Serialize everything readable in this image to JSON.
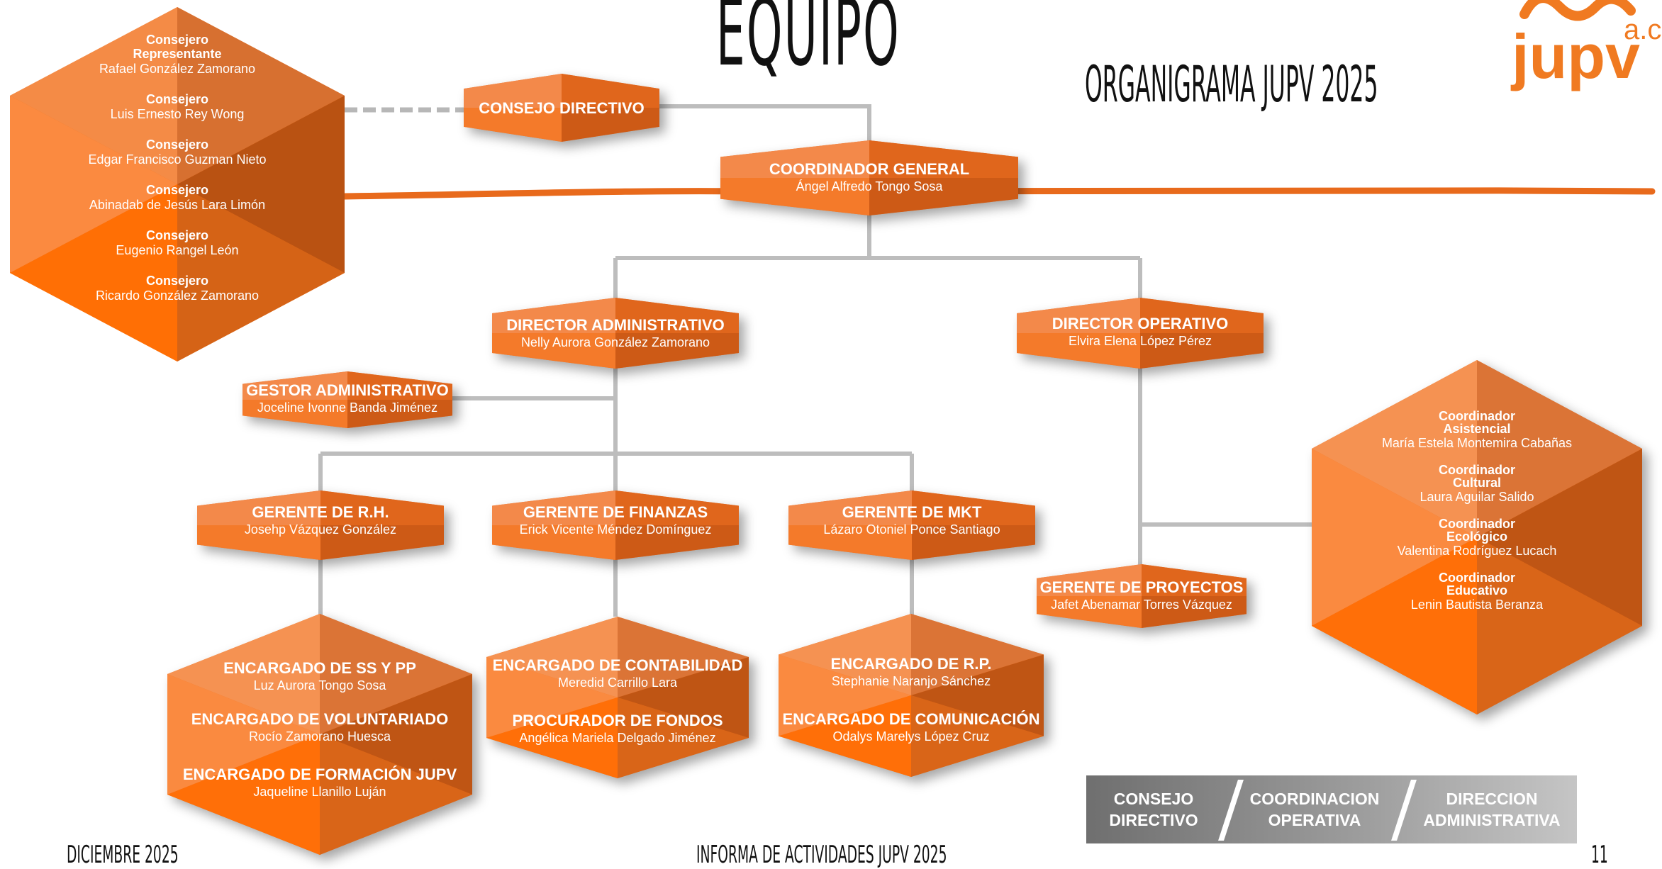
{
  "header": {
    "title": "EQUIPO",
    "subtitle": "ORGANIGRAMA JUPV 2025"
  },
  "logo": {
    "main": "jupv",
    "suffix": "a.c",
    "color": "#f07a21"
  },
  "colors": {
    "orange_light": "#f47d30",
    "orange_mid": "#e96a1a",
    "orange_dark": "#c85b17",
    "connector": "#bdbdbd"
  },
  "board": {
    "members": [
      {
        "role": "Consejero\nRepresentante",
        "name": "Rafael González Zamorano"
      },
      {
        "role": "Consejero",
        "name": "Luis Ernesto Rey Wong"
      },
      {
        "role": "Consejero",
        "name": "Edgar Francisco Guzman Nieto"
      },
      {
        "role": "Consejero",
        "name": "Abinadab de Jesús Lara Limón"
      },
      {
        "role": "Consejero",
        "name": "Eugenio Rangel León"
      },
      {
        "role": "Consejero",
        "name": "Ricardo González Zamorano"
      }
    ]
  },
  "nodes": {
    "consejo": {
      "title": "CONSEJO DIRECTIVO"
    },
    "coordinador": {
      "title": "COORDINADOR GENERAL",
      "name": "Ángel Alfredo Tongo Sosa"
    },
    "dir_admin": {
      "title": "DIRECTOR ADMINISTRATIVO",
      "name": "Nelly Aurora González Zamorano"
    },
    "dir_oper": {
      "title": "DIRECTOR OPERATIVO",
      "name": "Elvira Elena López Pérez"
    },
    "gestor": {
      "title": "GESTOR ADMINISTRATIVO",
      "name": "Joceline Ivonne Banda Jiménez"
    },
    "rh": {
      "title": "GERENTE DE R.H.",
      "name": "Josehp Vázquez González"
    },
    "finanzas": {
      "title": "GERENTE DE FINANZAS",
      "name": "Erick Vicente Méndez Domínguez"
    },
    "mkt": {
      "title": "GERENTE DE MKT",
      "name": "Lázaro Otoniel Ponce Santiago"
    },
    "proyectos": {
      "title": "GERENTE DE PROYECTOS",
      "name": "Jafet Abenamar Torres Vázquez"
    }
  },
  "hex_rh": [
    {
      "title": "ENCARGADO DE SS Y PP",
      "name": "Luz Aurora Tongo Sosa"
    },
    {
      "title": "ENCARGADO DE VOLUNTARIADO",
      "name": "Rocío Zamorano Huesca"
    },
    {
      "title": "ENCARGADO DE FORMACIÓN JUPV",
      "name": "Jaqueline Llanillo Luján"
    }
  ],
  "hex_fin": [
    {
      "title": "ENCARGADO DE CONTABILIDAD",
      "name": "Meredid Carrillo Lara"
    },
    {
      "title": "PROCURADOR DE FONDOS",
      "name": "Angélica Mariela Delgado Jiménez"
    }
  ],
  "hex_mkt": [
    {
      "title": "ENCARGADO DE R.P.",
      "name": "Stephanie Naranjo Sánchez"
    },
    {
      "title": "ENCARGADO DE COMUNICACIÓN",
      "name": "Odalys Marelys López Cruz"
    }
  ],
  "hex_coord": [
    {
      "role": "Coordinador\nAsistencial",
      "name": "María Estela Montemira Cabañas"
    },
    {
      "role": "Coordinador\nCultural",
      "name": "Laura Aguilar Salido"
    },
    {
      "role": "Coordinador\nEcológico",
      "name": "Valentina Rodríguez Lucach"
    },
    {
      "role": "Coordinador\nEducativo",
      "name": "Lenin Bautista Beranza"
    }
  ],
  "legend": {
    "a": "CONSEJO\nDIRECTIVO",
    "b": "COORDINACION\nOPERATIVA",
    "c": "DIRECCION\nADMINISTRATIVA"
  },
  "footer": {
    "left": "DICIEMBRE 2025",
    "center": "INFORMA DE ACTIVIDADES JUPV 2025",
    "page": "11"
  }
}
